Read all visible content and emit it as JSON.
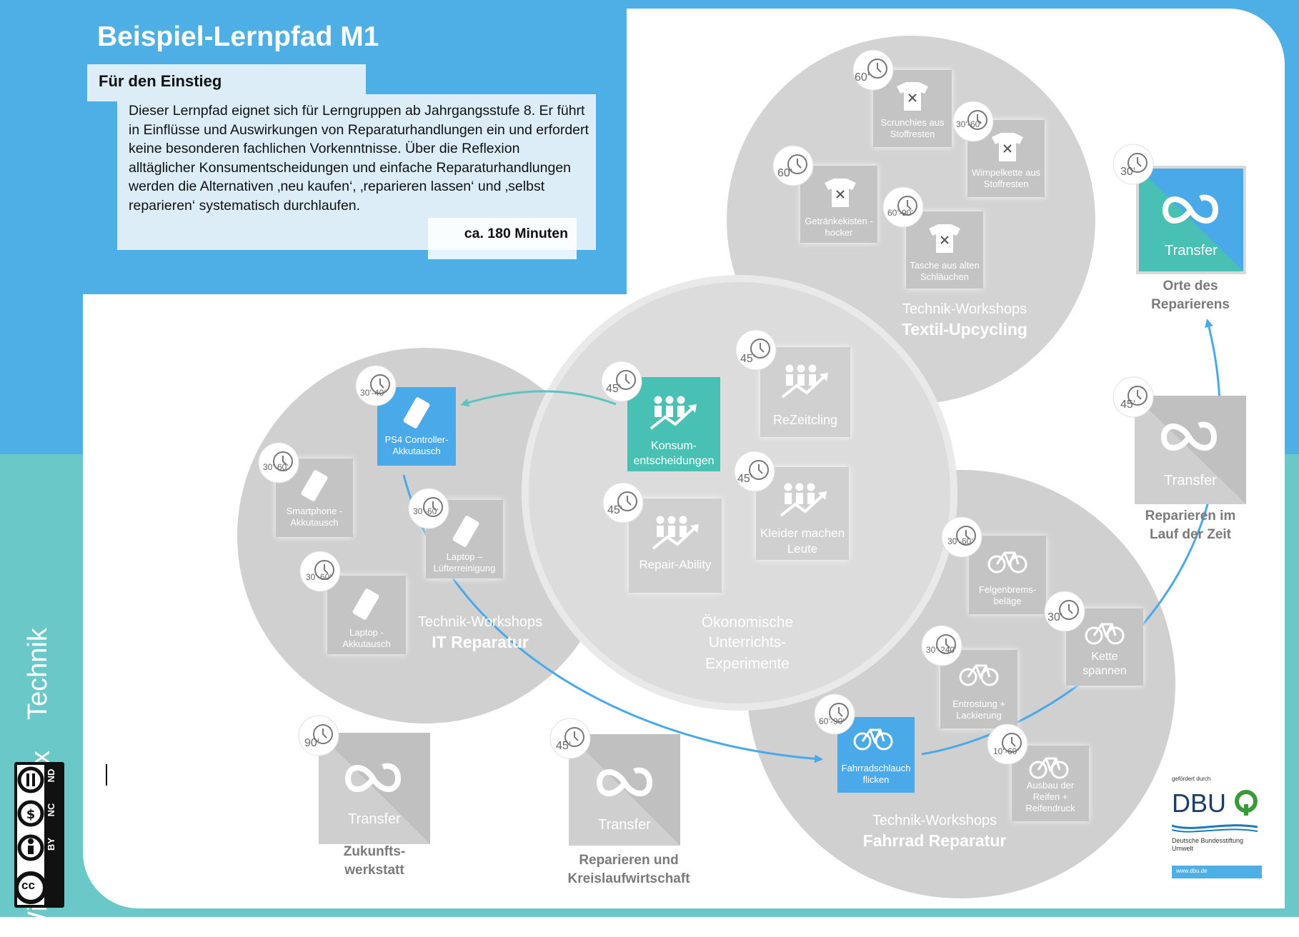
{
  "title": "Beispiel-Lernpfad M1",
  "intro": {
    "heading": "Für den Einstieg",
    "text": "Dieser Lernpfad eignet sich für Lerngruppen ab Jahrgangsstufe 8. Er führt in Einflüsse und Auswirkungen von Reparaturhandlungen ein und erfordert keine besonderen fachlichen Vorkenntnisse. Über die Reflexion alltäglicher Konsumentscheidungen und einfache Reparaturhandlungen werden die Alternativen ‚neu kaufen‘, ‚reparieren lassen‘ und ‚selbst reparieren‘ systematisch durchlaufen.",
    "duration": "ca. 180 Minuten"
  },
  "side_label": {
    "part1": "Wirtschaft",
    "sep": "x",
    "part2": "Technik"
  },
  "circles": {
    "textil": {
      "line1": "Technik-Workshops",
      "line2": "Textil-Upcycling"
    },
    "it": {
      "line1": "Technik-Workshops",
      "line2": "IT Reparatur"
    },
    "oekonomie": {
      "line1": "Ökonomische",
      "line2": "Unterrichts-",
      "line3": "Experimente"
    },
    "fahrrad": {
      "line1": "Technik-Workshops",
      "line2": "Fahrrad Reparatur"
    }
  },
  "tiles": {
    "scrunchies": {
      "label": "Scrunchies aus Stoffresten",
      "time": "60‘"
    },
    "wimpelkette": {
      "label": "Wimpelkette aus Stoffresten",
      "time": "30‘-60‘"
    },
    "getraenkekisten": {
      "label": "Getränkekisten -hocker",
      "time": "60‘"
    },
    "tasche": {
      "label": "Tasche aus alten Schläuchen",
      "time": "60‘-90‘"
    },
    "ps4": {
      "label": "PS4 Controller-Akkutausch",
      "time": "30‘-40‘"
    },
    "smartphone": {
      "label": "Smartphone - Akkutausch",
      "time": "30‘-60‘"
    },
    "laptop_luefter": {
      "label": "Laptop – Lüfterreinigung",
      "time": "30‘-60‘"
    },
    "laptop_akku": {
      "label": "Laptop - Akkutausch",
      "time": "30‘-60‘"
    },
    "konsum": {
      "label": "Konsum-entscheidungen",
      "time": "45‘"
    },
    "rezeitcling": {
      "label": "ReZeitcling",
      "time": "45‘"
    },
    "kleider": {
      "label": "Kleider machen Leute",
      "time": "45‘"
    },
    "repairability": {
      "label": "Repair-Ability",
      "time": "45‘"
    },
    "felgen": {
      "label": "Felgenbrems-beläge",
      "time": "30‘-60‘"
    },
    "kette": {
      "label": "Kette spannen",
      "time": "30‘"
    },
    "entrostung": {
      "label": "Entrostung + Lackierung",
      "time": "30‘-240‘"
    },
    "fahrradschlauch": {
      "label": "Fahrradschlauch flicken",
      "time": "60‘-90‘"
    },
    "ausbau": {
      "label": "Ausbau der Reifen + Reifendruck",
      "time": "10‘-60‘"
    }
  },
  "transfers": {
    "orte": {
      "tile": "Transfer",
      "caption": "Orte des Reparierens",
      "time": "30‘"
    },
    "zeit": {
      "tile": "Transfer",
      "caption": "Reparieren im Lauf der Zeit",
      "time": "45‘"
    },
    "zukunft": {
      "tile": "Transfer",
      "caption": "Zukunfts-werkstatt",
      "time": "90‘"
    },
    "kreislauf": {
      "tile": "Transfer",
      "caption": "Reparieren und Kreislaufwirtschaft",
      "time": "45‘"
    }
  },
  "license": {
    "cc": "cc",
    "by": "BY",
    "nc": "NC",
    "nd": "ND"
  },
  "sponsor": {
    "intro": "gefördert durch",
    "logo": "DBU",
    "name": "Deutsche Bundesstiftung Umwelt",
    "url": "www.dbu.de"
  },
  "colors": {
    "blue": "#4eaee6",
    "teal": "#6bc8c8",
    "active_blue": "#4aa9e8",
    "active_teal": "#48c0b4",
    "circle": "#d0d0d0"
  }
}
